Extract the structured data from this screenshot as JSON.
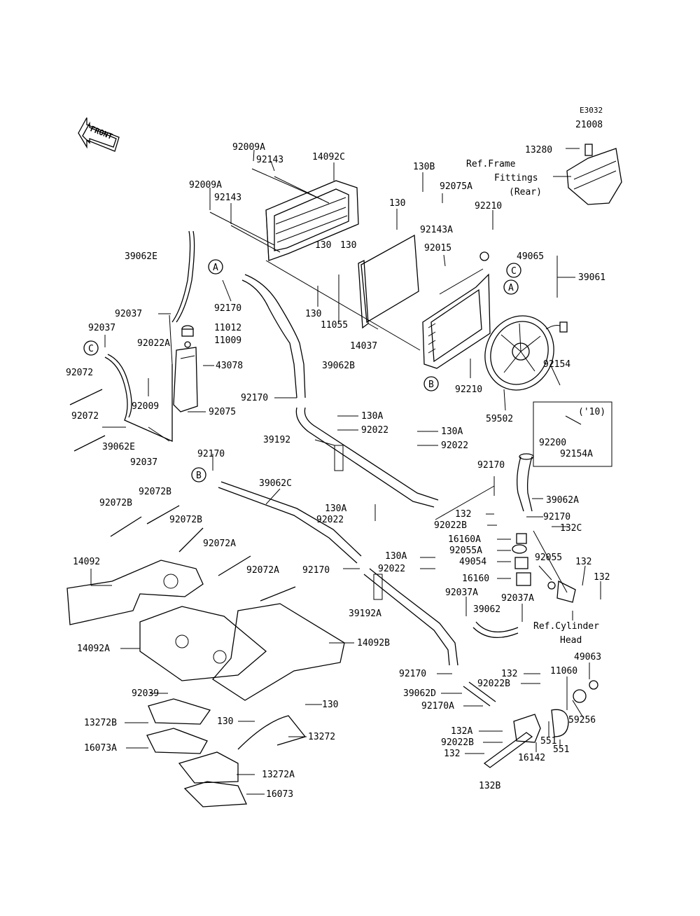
{
  "diagram_code": "E3032",
  "front_label": "FRONT",
  "ref_frame_lines": [
    "Ref.Frame",
    "Fittings",
    "(Rear)"
  ],
  "ref_cylinder_lines": [
    "Ref.Cylinder",
    "Head"
  ],
  "model_year_note": "('10)",
  "callouts": [
    "A",
    "B",
    "C"
  ],
  "labels": [
    "21008",
    "13280",
    "92009A",
    "92143",
    "14092C",
    "130B",
    "92075A",
    "92009A",
    "92143",
    "130",
    "92210",
    "92143A",
    "39062E",
    "130",
    "130",
    "92015",
    "49065",
    "39061",
    "92170",
    "11055",
    "130",
    "92037",
    "11012",
    "11009",
    "14037",
    "92154",
    "92022A",
    "43078",
    "92210",
    "92072",
    "92009",
    "92075",
    "59502",
    "92072",
    "39062E",
    "92037",
    "92170",
    "130A",
    "92022",
    "130A",
    "39192",
    "92022",
    "92200",
    "92154A",
    "92170",
    "92170",
    "39062C",
    "92072B",
    "92072B",
    "92170",
    "39062A",
    "92072B",
    "130A",
    "92022",
    "132",
    "92022B",
    "132C",
    "92072A",
    "16160A",
    "92055A",
    "130A",
    "49054",
    "92022",
    "92055",
    "132",
    "14092",
    "92170",
    "92072A",
    "16160",
    "132",
    "92037A",
    "92037A",
    "39062",
    "39192A",
    "14092A",
    "14092B",
    "92170",
    "132",
    "92022B",
    "11060",
    "49063",
    "39062D",
    "92039",
    "92170A",
    "130",
    "59256",
    "13272B",
    "130",
    "13272",
    "132A",
    "551",
    "92022B",
    "551",
    "16073A",
    "132",
    "16142",
    "13272A",
    "16073",
    "132B",
    "39062B"
  ]
}
